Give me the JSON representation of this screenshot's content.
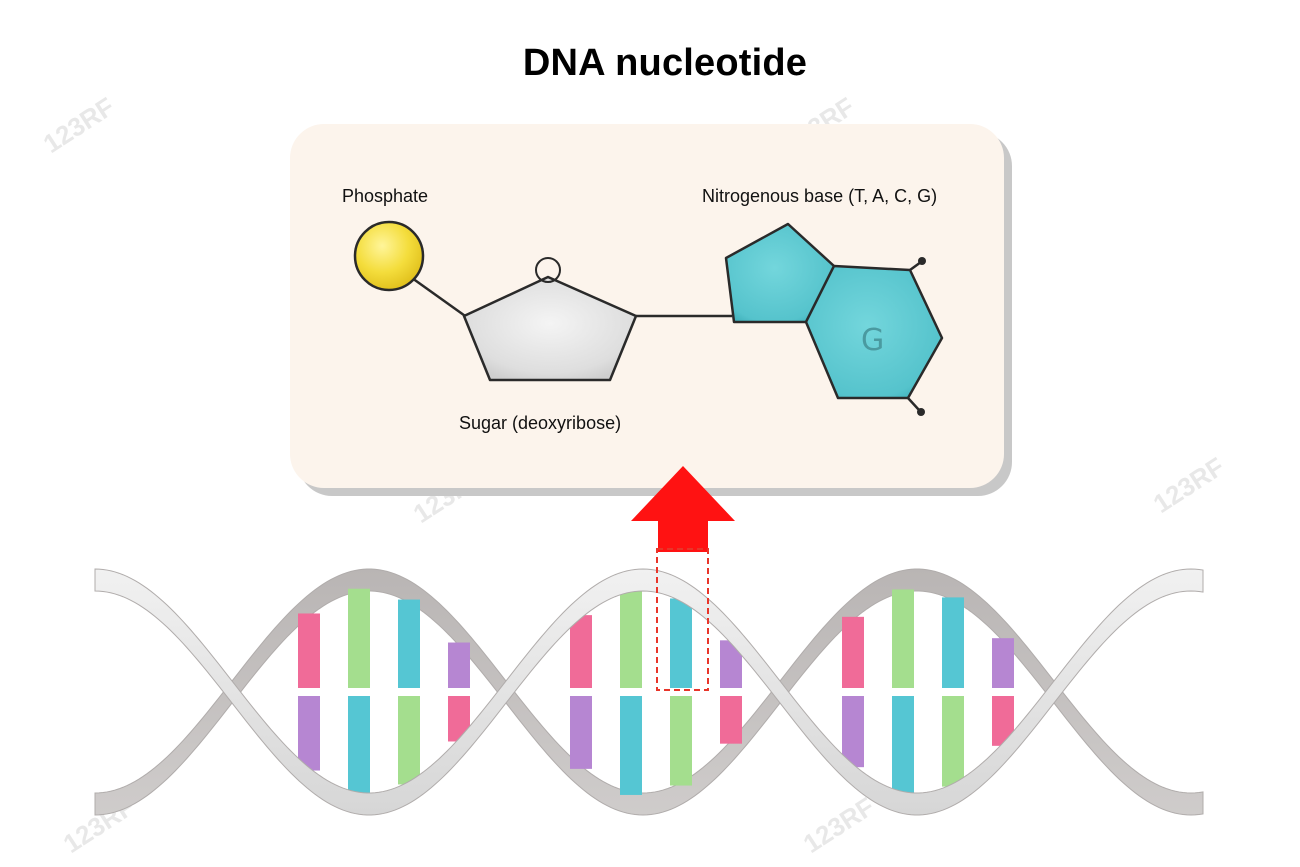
{
  "title": "DNA nucleotide",
  "labels": {
    "phosphate": "Phosphate",
    "sugar": "Sugar (deoxyribose)",
    "base": "Nitrogenous base (T, A, C, G)",
    "base_letter": "G"
  },
  "watermark": "123RF",
  "colors": {
    "panel": "#fcf4ec",
    "panel_shadow": "#c8c8c8",
    "phosphate": "#f4dd3c",
    "sugar": "#dedede",
    "base": "#55c3cc",
    "arrow": "#ff1212",
    "helix": "#c3bfbe",
    "helix_front": "#e4e4e4",
    "base_pink": "#f06b98",
    "base_green": "#a4de8e",
    "base_blue": "#55c6d3",
    "base_purple": "#b686d2"
  },
  "icons": [
    "arrow-up-icon",
    "phosphate-circle-icon",
    "sugar-pentagon-icon",
    "base-ring-icon"
  ]
}
